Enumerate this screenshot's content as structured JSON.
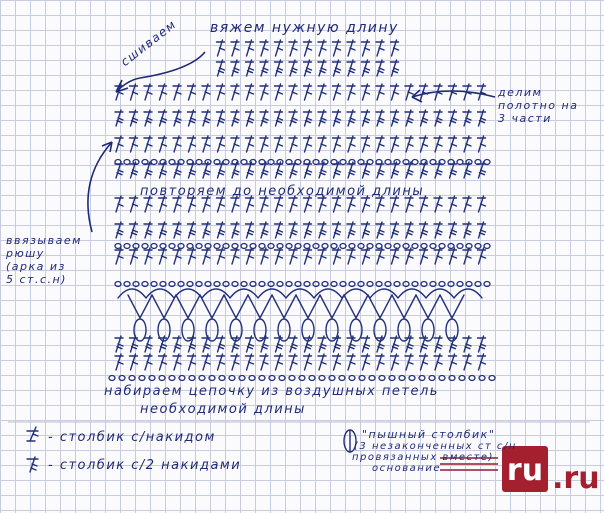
{
  "labels": {
    "top_right": "вяжем нужную длину",
    "top_left": "сшиваем",
    "right_note": [
      "делим",
      "полотно на",
      "3 части"
    ],
    "middle": "повторяем до необходимой длины",
    "left_note": [
      "ввязываем",
      "рюшу",
      "(арка из",
      "5 ст.с.н)"
    ],
    "bottom_main": "набираем цепочку из воздушных петель",
    "bottom_sub": "необходимой длины"
  },
  "legend": {
    "item1": "- столбик с/накидом",
    "item2": "- столбик с/2 накидами",
    "item3": [
      "\"пышный столбик\"",
      "(3 незаконченных ст с/н",
      "провязанных вместе)",
      "основание"
    ]
  },
  "watermark": "ru",
  "icons": [
    "dc-symbol-icon",
    "tr-symbol-icon",
    "puff-stitch-icon",
    "chain-icon"
  ],
  "colors": {
    "ink": "#22307c",
    "grid": "#c9cbe0",
    "paper": "#fbfbfd",
    "watermark": "#a4202f"
  }
}
